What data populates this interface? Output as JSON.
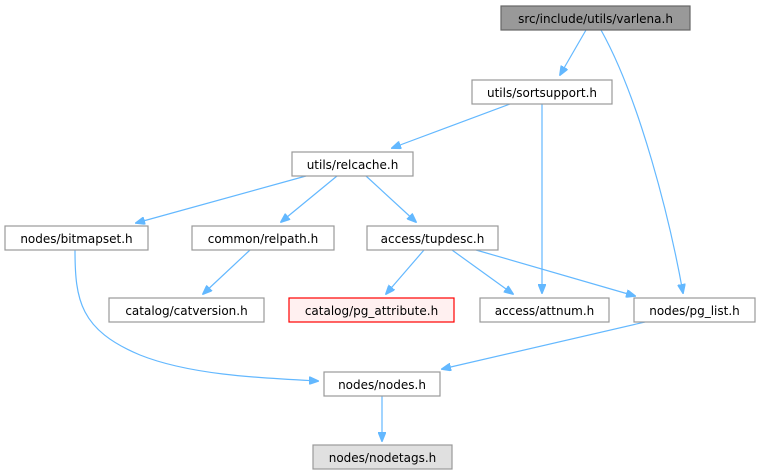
{
  "graph": {
    "nodes": [
      {
        "id": "varlena",
        "label": "src/include/utils/varlena.h",
        "style": "root"
      },
      {
        "id": "sortsupport",
        "label": "utils/sortsupport.h",
        "style": "normal"
      },
      {
        "id": "relcache",
        "label": "utils/relcache.h",
        "style": "normal"
      },
      {
        "id": "bitmapset",
        "label": "nodes/bitmapset.h",
        "style": "normal"
      },
      {
        "id": "relpath",
        "label": "common/relpath.h",
        "style": "normal"
      },
      {
        "id": "tupdesc",
        "label": "access/tupdesc.h",
        "style": "normal"
      },
      {
        "id": "catversion",
        "label": "catalog/catversion.h",
        "style": "normal"
      },
      {
        "id": "pg_attribute",
        "label": "catalog/pg_attribute.h",
        "style": "red"
      },
      {
        "id": "attnum",
        "label": "access/attnum.h",
        "style": "normal"
      },
      {
        "id": "pg_list",
        "label": "nodes/pg_list.h",
        "style": "normal"
      },
      {
        "id": "nodes",
        "label": "nodes/nodes.h",
        "style": "normal"
      },
      {
        "id": "nodetags",
        "label": "nodes/nodetags.h",
        "style": "missing"
      }
    ],
    "edges": [
      [
        "varlena",
        "sortsupport"
      ],
      [
        "varlena",
        "pg_list"
      ],
      [
        "sortsupport",
        "relcache"
      ],
      [
        "sortsupport",
        "attnum"
      ],
      [
        "relcache",
        "bitmapset"
      ],
      [
        "relcache",
        "relpath"
      ],
      [
        "relcache",
        "tupdesc"
      ],
      [
        "bitmapset",
        "nodes"
      ],
      [
        "relpath",
        "catversion"
      ],
      [
        "tupdesc",
        "pg_attribute"
      ],
      [
        "tupdesc",
        "attnum"
      ],
      [
        "tupdesc",
        "pg_list"
      ],
      [
        "pg_list",
        "nodes"
      ],
      [
        "nodes",
        "nodetags"
      ]
    ],
    "colors": {
      "edge": "#63b8ff",
      "root_fill": "#999999",
      "missing_fill": "#e0e0e0",
      "red_border": "#ff0000"
    }
  }
}
